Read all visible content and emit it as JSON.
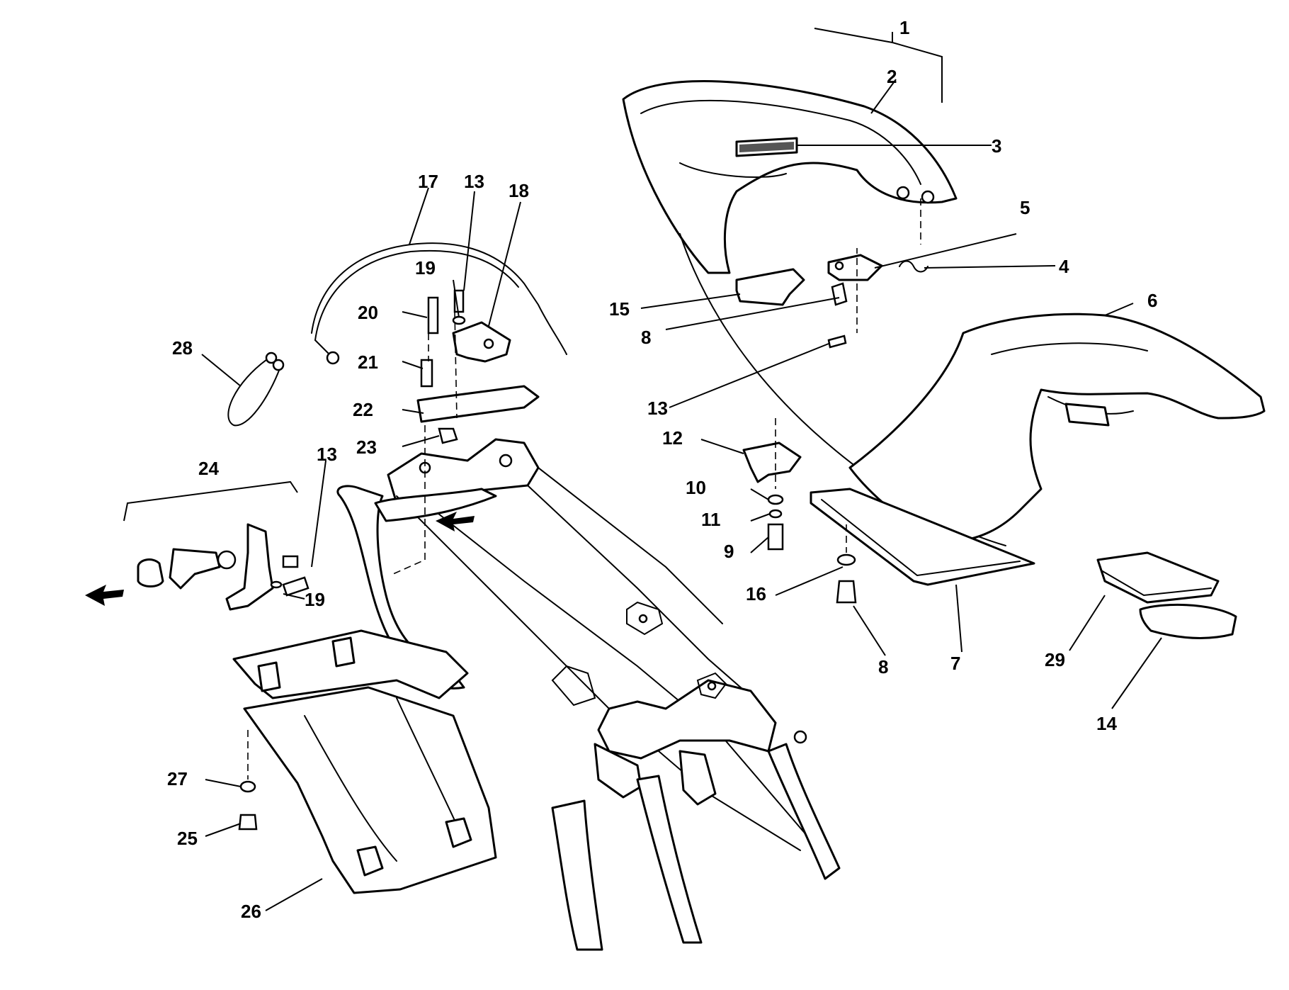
{
  "callouts": [
    {
      "id": "c1",
      "text": "1"
    },
    {
      "id": "c2",
      "text": "2"
    },
    {
      "id": "c3",
      "text": "3"
    },
    {
      "id": "c4",
      "text": "4"
    },
    {
      "id": "c5",
      "text": "5"
    },
    {
      "id": "c6",
      "text": "6"
    },
    {
      "id": "c7",
      "text": "7"
    },
    {
      "id": "c8a",
      "text": "8"
    },
    {
      "id": "c8b",
      "text": "8"
    },
    {
      "id": "c9",
      "text": "9"
    },
    {
      "id": "c10",
      "text": "10"
    },
    {
      "id": "c11",
      "text": "11"
    },
    {
      "id": "c12",
      "text": "12"
    },
    {
      "id": "c13a",
      "text": "13"
    },
    {
      "id": "c13b",
      "text": "13"
    },
    {
      "id": "c13c",
      "text": "13"
    },
    {
      "id": "c14",
      "text": "14"
    },
    {
      "id": "c15",
      "text": "15"
    },
    {
      "id": "c16",
      "text": "16"
    },
    {
      "id": "c17",
      "text": "17"
    },
    {
      "id": "c18",
      "text": "18"
    },
    {
      "id": "c19a",
      "text": "19"
    },
    {
      "id": "c19b",
      "text": "19"
    },
    {
      "id": "c20",
      "text": "20"
    },
    {
      "id": "c21",
      "text": "21"
    },
    {
      "id": "c22",
      "text": "22"
    },
    {
      "id": "c23",
      "text": "23"
    },
    {
      "id": "c24",
      "text": "24"
    },
    {
      "id": "c25",
      "text": "25"
    },
    {
      "id": "c26",
      "text": "26"
    },
    {
      "id": "c27",
      "text": "27"
    },
    {
      "id": "c28",
      "text": "28"
    },
    {
      "id": "c29",
      "text": "29"
    }
  ],
  "colors": {
    "line": "#000000",
    "background": "#ffffff"
  }
}
